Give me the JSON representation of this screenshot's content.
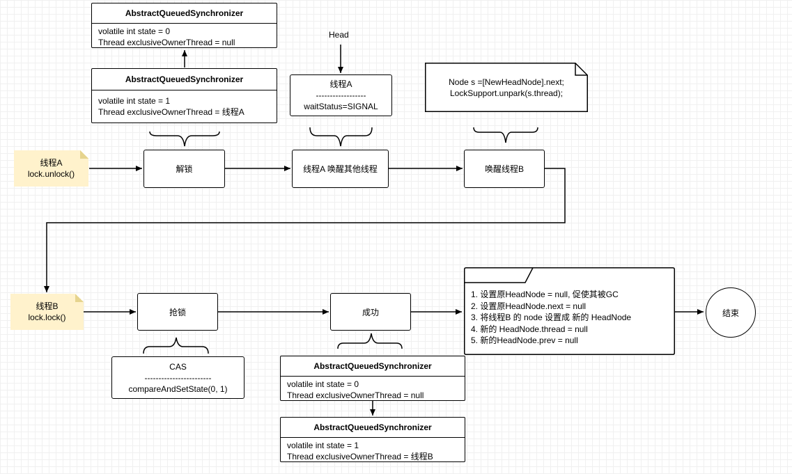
{
  "class_name": "AbstractQueuedSynchronizer",
  "aqs_top_before": {
    "fields": [
      "volatile int state = 0",
      "Thread exclusiveOwnerThread = null"
    ]
  },
  "aqs_top_after": {
    "fields": [
      "volatile int state = 1",
      "Thread exclusiveOwnerThread = 线程A"
    ]
  },
  "head_label": "Head",
  "head_node": {
    "title": "线程A",
    "separator": "------------------",
    "status": "waitStatus=SIGNAL"
  },
  "code_note": {
    "lines": [
      "Node s =[NewHeadNode].next;",
      "LockSupport.unpark(s.thread);"
    ]
  },
  "note_a": {
    "lines": [
      "线程A",
      "lock.unlock()"
    ]
  },
  "note_b": {
    "lines": [
      "线程B",
      "lock.lock()"
    ]
  },
  "steps_top": {
    "unlock": "解锁",
    "wake_others": "线程A 唤醒其他线程",
    "wake_b": "唤醒线程B"
  },
  "steps_bottom": {
    "grab": "抢锁",
    "success": "成功",
    "end": "结束"
  },
  "cas": {
    "title": "CAS",
    "separator": "------------------------",
    "call": "compareAndSetState(0, 1)"
  },
  "aqs_bottom_before": {
    "fields": [
      "volatile int state = 0",
      "Thread exclusiveOwnerThread = null"
    ]
  },
  "aqs_bottom_after": {
    "fields": [
      "volatile int state = 1",
      "Thread exclusiveOwnerThread = 线程B"
    ]
  },
  "result_list": {
    "items": [
      "1. 设置原HeadNode = null, 促使其被GC",
      "2. 设置原HeadNode.next = null",
      "3. 将线程B 的 node 设置成 新的 HeadNode",
      "4. 新的 HeadNode.thread = null",
      "5. 新的HeadNode.prev = null"
    ]
  }
}
